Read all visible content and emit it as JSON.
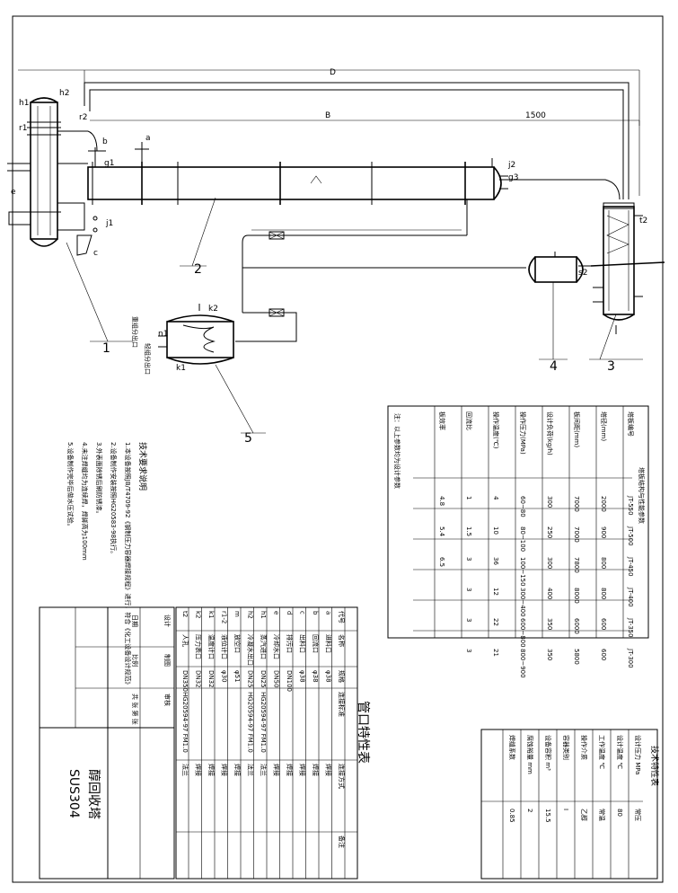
{
  "labels": {
    "dims": {
      "D": "D",
      "B": "B",
      "d1500": "1500"
    },
    "nozzles": {
      "h1": "h1",
      "h2": "h2",
      "r1": "r1",
      "r2": "r2",
      "b": "b",
      "g1": "g1",
      "a": "a",
      "e": "e",
      "j1": "j1",
      "c": "c",
      "j2": "j2",
      "g3": "g3",
      "t2": "t2",
      "s2": "s2",
      "k2": "k2",
      "n1": "n1",
      "k1": "k1"
    },
    "parts": {
      "p1": "1",
      "p2": "2",
      "p3": "3",
      "p4": "4",
      "p5": "5"
    },
    "product_outlets": {
      "heavy": "重组分出口",
      "light": "轻组分出口"
    }
  },
  "tech_req": {
    "title": "技术要求说明",
    "items": [
      "1.本设备按照JB/T4709-92《钢制压力容器焊接规程》进行，符合《化工设备设计规范》",
      "2.设备制作安装按照HG20583-98执行。",
      "3.外表面除锈后刷防锈漆。",
      "4.未注焊缝均为连续焊，焊脚高为100mm",
      "5.设备制作完毕后做水压试验。"
    ]
  },
  "perf_table": {
    "title": "塔板结构与性能参数",
    "header": [
      "塔板编号",
      "JT-550",
      "JT-500",
      "JT-450",
      "JT-400",
      "JT-350",
      "JT-300"
    ],
    "rows": [
      [
        "塔径(mm)",
        "2000",
        "900",
        "800",
        "800",
        "600",
        "600"
      ],
      [
        "板间距(mm)",
        "7000",
        "7000",
        "7800",
        "8000",
        "6000",
        "5800"
      ],
      [
        "设计负荷(kg/h)",
        "300",
        "250",
        "300",
        "400",
        "350",
        "350"
      ],
      [
        "操作压力(MPa)",
        "60~80",
        "80~100",
        "100~150",
        "300~400",
        "600~800",
        "800~900"
      ],
      [
        "操作温度(℃)",
        "4",
        "10",
        "36",
        "12",
        "22",
        "21"
      ],
      [
        "回流比",
        "1",
        "1.5",
        "3",
        "3",
        "3",
        "3"
      ],
      [
        "板效率",
        "4.8",
        "5.4",
        "6.5",
        "",
        "",
        ""
      ]
    ],
    "note": "注：以上参数均为设计参数"
  },
  "design_table": {
    "title": "技术特性表",
    "rows": [
      [
        "设计压力 MPa",
        "常压"
      ],
      [
        "设计温度 ℃",
        "80"
      ],
      [
        "工作温度 ℃",
        "常温"
      ],
      [
        "操作介质",
        "乙醇"
      ],
      [
        "容器类别",
        "Ⅰ"
      ],
      [
        "设备容积 m³",
        "15.5"
      ],
      [
        "腐蚀裕量 mm",
        "2"
      ],
      [
        "焊缝系数",
        "0.85"
      ]
    ]
  },
  "nozzle_table": {
    "title": "管口特性表",
    "header": [
      "代号",
      "名称",
      "规格",
      "连接标准",
      "连接方式",
      "备注"
    ],
    "rows": [
      [
        "a",
        "进料口",
        "φ38",
        "",
        "焊接",
        ""
      ],
      [
        "b",
        "回流口",
        "φ38",
        "",
        "焊接",
        ""
      ],
      [
        "c",
        "出料口",
        "φ38",
        "",
        "焊接",
        ""
      ],
      [
        "d",
        "排污口",
        "DN100",
        "",
        "焊接",
        ""
      ],
      [
        "e",
        "冷却水口",
        "DN50",
        "",
        "焊接",
        ""
      ],
      [
        "h1",
        "蒸汽进口",
        "DN25",
        "HG20594-97 FM1.0",
        "法兰",
        ""
      ],
      [
        "h2",
        "冷凝水出口",
        "DN25",
        "HG20594-97 FM1.0",
        "法兰",
        ""
      ],
      [
        "m",
        "放空口",
        "φ51",
        "",
        "焊接",
        ""
      ],
      [
        "r1-2",
        "液位计口",
        "φ30",
        "",
        "焊接",
        ""
      ],
      [
        "k1",
        "温度计口",
        "DN32",
        "",
        "焊接",
        ""
      ],
      [
        "k2",
        "压力表口",
        "DN32",
        "",
        "焊接",
        ""
      ],
      [
        "t2",
        "人孔",
        "DN350",
        "HG20594-97 FM1.0",
        "法兰",
        ""
      ]
    ]
  },
  "title_block": {
    "name": "醇回收塔",
    "material": "SUS304",
    "rows": [
      "设计",
      "制图",
      "审核",
      "日期",
      "比例",
      "共 张 第 张"
    ]
  }
}
